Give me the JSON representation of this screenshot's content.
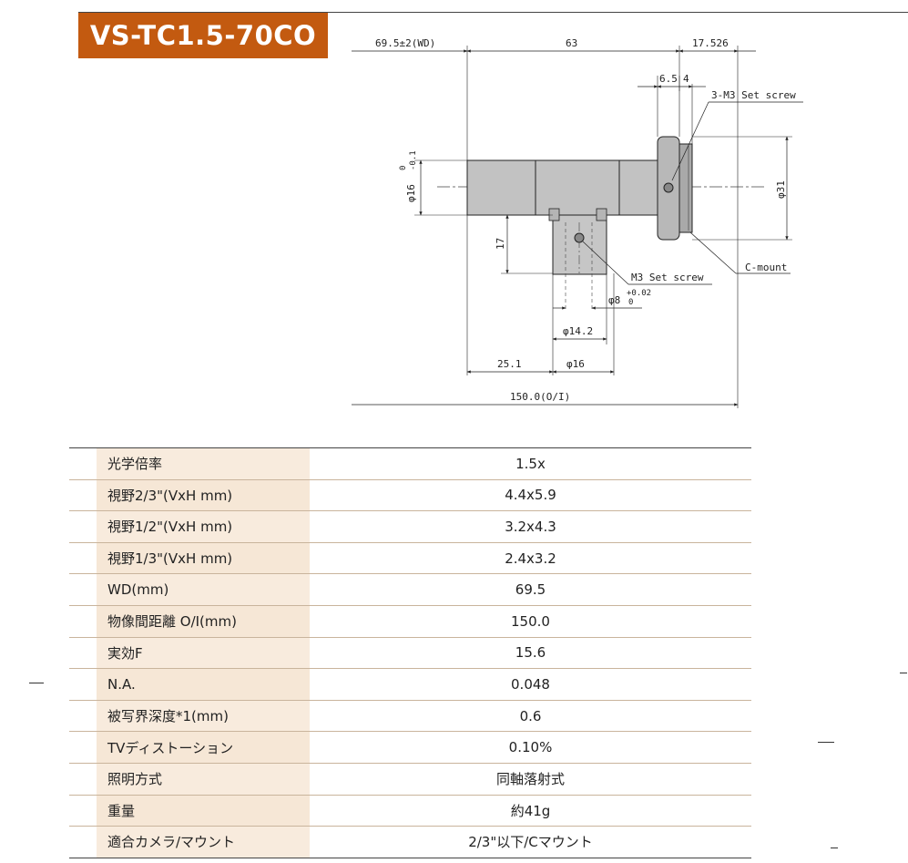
{
  "title": "VS-TC1.5-70CO",
  "drawing": {
    "dims": {
      "wd": "69.5±2(WD)",
      "body_length": "63",
      "mount_length": "17.526",
      "d65": "6.5",
      "d4": "4",
      "set_screw_3": "3-M3 Set screw",
      "phi16_main": "φ16",
      "phi16_tol_top": "0",
      "phi16_tol_bot": "-0.1",
      "phi31": "φ31",
      "d17": "17",
      "m3_screw": "M3 Set screw",
      "phi8": "φ8",
      "phi8_tol_top": "+0.02",
      "phi8_tol_bot": "0",
      "c_mount": "C-mount",
      "phi142": "φ14.2",
      "d251": "25.1",
      "phi16_bottom": "φ16",
      "total": "150.0(O/I)"
    },
    "colors": {
      "body": "#bdbdbd",
      "body_dark": "#8f8f8f",
      "line": "#222222"
    }
  },
  "specs": [
    {
      "label": "光学倍率",
      "value": "1.5x"
    },
    {
      "label": "視野2/3\"(VxH mm)",
      "value": "4.4x5.9"
    },
    {
      "label": "視野1/2\"(VxH mm)",
      "value": "3.2x4.3"
    },
    {
      "label": "視野1/3\"(VxH mm)",
      "value": "2.4x3.2"
    },
    {
      "label": "WD(mm)",
      "value": "69.5"
    },
    {
      "label": "物像間距離 O/I(mm)",
      "value": "150.0"
    },
    {
      "label": "実効F",
      "value": "15.6"
    },
    {
      "label": "N.A.",
      "value": "0.048"
    },
    {
      "label": "被写界深度*1(mm)",
      "value": "0.6"
    },
    {
      "label": "TVディストーション",
      "value": "0.10%"
    },
    {
      "label": "照明方式",
      "value": "同軸落射式"
    },
    {
      "label": "重量",
      "value": "約41g"
    },
    {
      "label": "適合カメラ/マウント",
      "value": "2/3\"以下/Cマウント"
    }
  ]
}
